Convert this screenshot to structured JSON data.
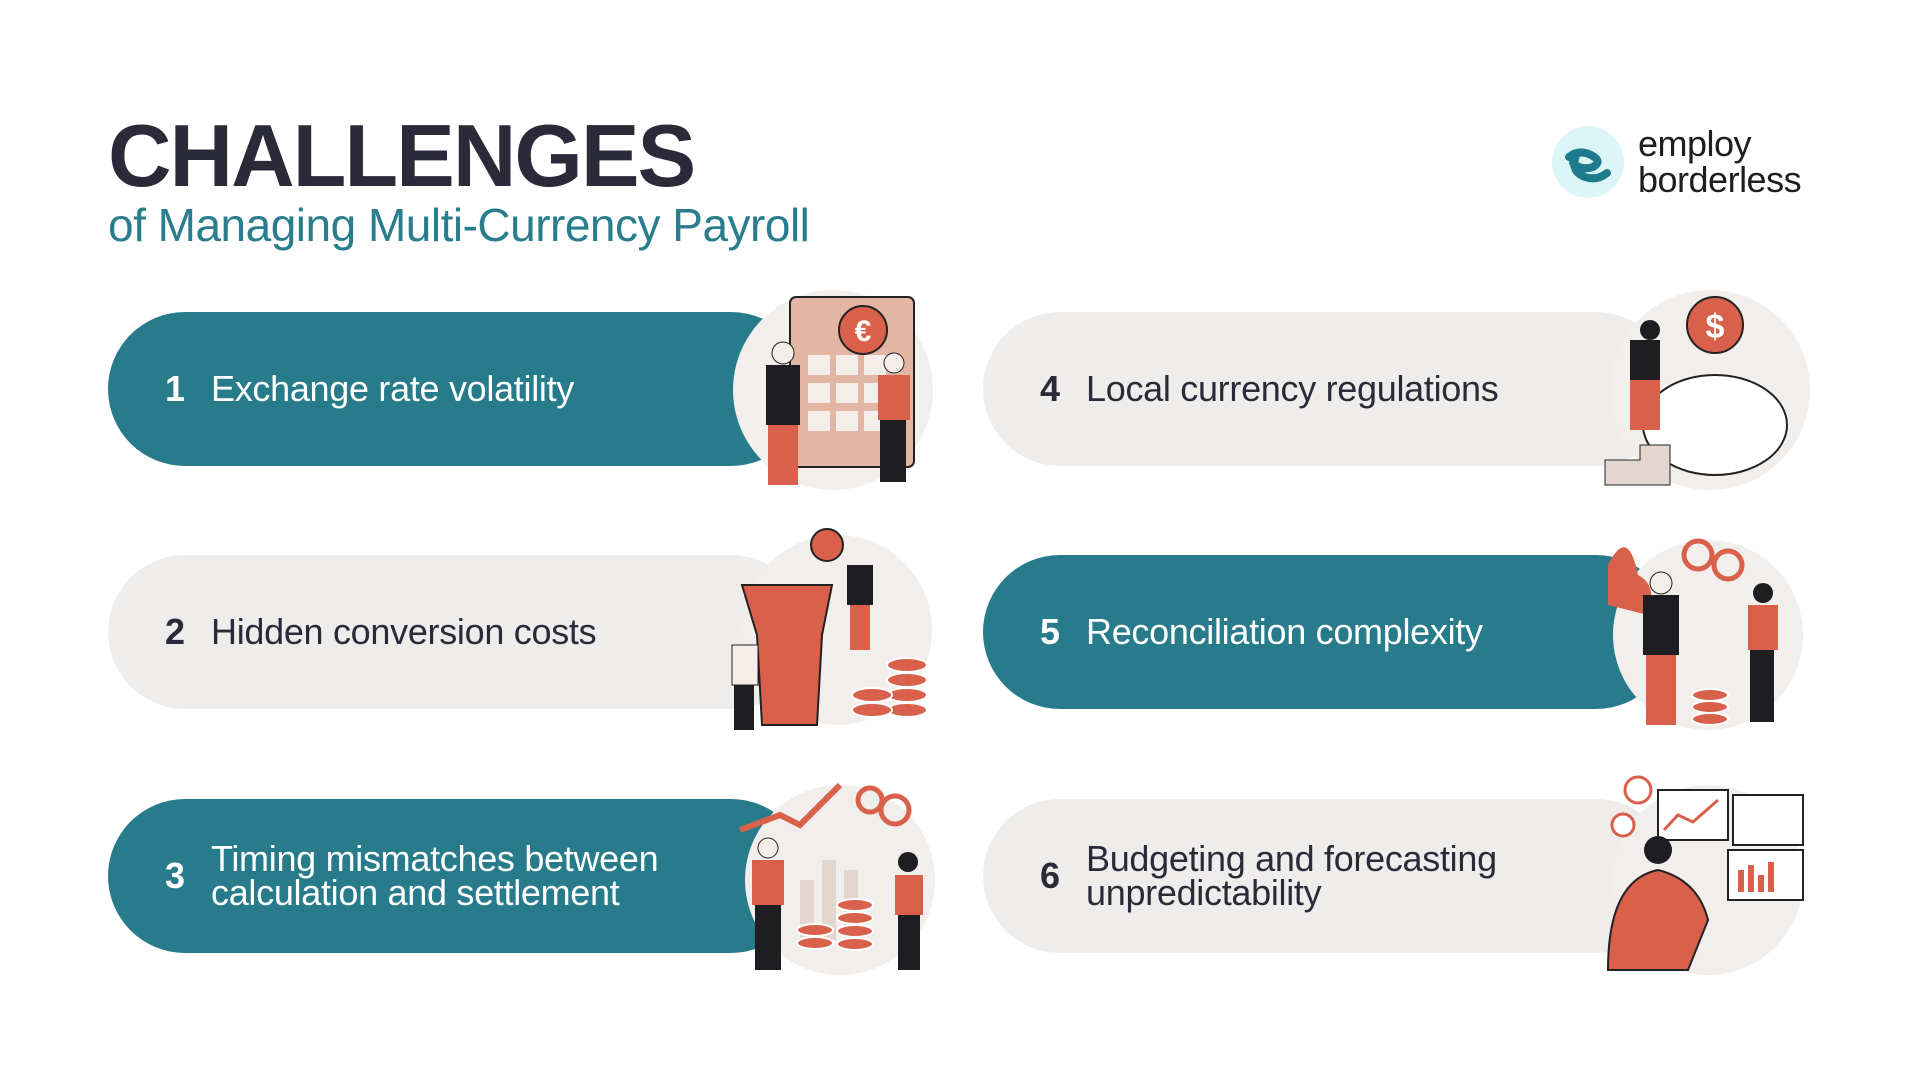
{
  "header": {
    "title": "CHALLENGES",
    "subtitle": "of Managing Multi-Currency Payroll"
  },
  "logo": {
    "line1": "employ",
    "line2": "borderless"
  },
  "colors": {
    "teal": "#287b8a",
    "gray": "#efedeb",
    "accent": "#d9604a",
    "dark": "#2b2a38"
  },
  "challenges": [
    {
      "number": "1",
      "label": "Exchange rate volatility",
      "style": "teal",
      "icon": "calculator-euro-illustration"
    },
    {
      "number": "2",
      "label": "Hidden conversion costs",
      "style": "gray",
      "icon": "coins-funnel-illustration"
    },
    {
      "number": "3",
      "label": "Timing mismatches between calculation and settlement",
      "style": "teal",
      "icon": "growth-chart-coins-illustration"
    },
    {
      "number": "4",
      "label": "Local currency regulations",
      "style": "gray",
      "icon": "piggy-bank-illustration"
    },
    {
      "number": "5",
      "label": "Reconciliation complexity",
      "style": "teal",
      "icon": "handshake-coins-illustration"
    },
    {
      "number": "6",
      "label": "Budgeting and forecasting unpredictability",
      "style": "gray",
      "icon": "dashboard-analyst-illustration"
    }
  ]
}
